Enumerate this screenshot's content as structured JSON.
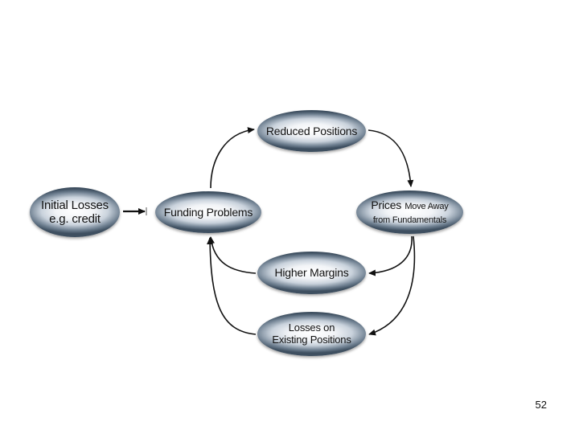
{
  "diagram": {
    "nodes": {
      "initial_losses": {
        "line1": "Initial Losses",
        "line2": "e.g. credit"
      },
      "funding_problems": {
        "label": "Funding Problems"
      },
      "reduced_positions": {
        "label": "Reduced Positions"
      },
      "prices": {
        "line1_main": "Prices",
        "line1_rest": "Move Away",
        "line2": "from Fundamentals"
      },
      "higher_margins": {
        "label": "Higher Margins"
      },
      "losses_existing": {
        "line1": "Losses on",
        "line2": "Existing Positions"
      }
    },
    "edges": [
      {
        "from": "initial_losses",
        "to": "funding_problems"
      },
      {
        "from": "funding_problems",
        "to": "reduced_positions"
      },
      {
        "from": "reduced_positions",
        "to": "prices"
      },
      {
        "from": "prices",
        "to": "higher_margins"
      },
      {
        "from": "prices",
        "to": "losses_existing"
      },
      {
        "from": "higher_margins",
        "to": "funding_problems"
      },
      {
        "from": "losses_existing",
        "to": "funding_problems"
      }
    ]
  },
  "footer": {
    "page_number": "52"
  },
  "colors": {
    "arrow": "#111111",
    "node_edge": "#3e4f60",
    "node_center": "#ffffff"
  }
}
